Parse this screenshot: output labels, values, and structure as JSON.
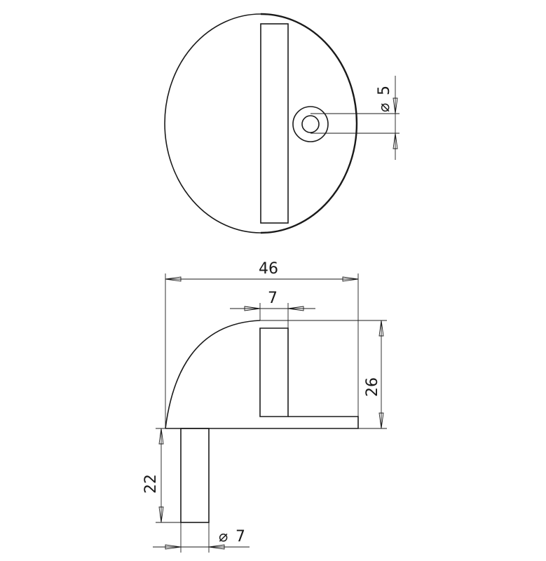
{
  "dimensions": {
    "hole_diameter": "5",
    "overall_width": "46",
    "slot_width": "7",
    "height": "26",
    "pin_length": "22",
    "pin_diameter": "7"
  },
  "symbols": {
    "diameter": "⌀"
  }
}
